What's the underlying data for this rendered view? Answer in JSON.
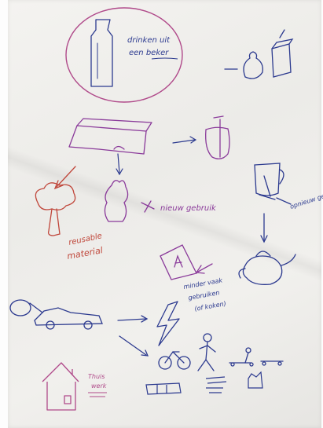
{
  "notes": {
    "drinking": {
      "line1": "drinken uit",
      "line2": "een beker"
    },
    "reuse": "opnieuw gebruikt",
    "new_use": "nieuw gebruik",
    "material": {
      "line1": "reusable",
      "line2": "material"
    },
    "lesser_used": {
      "line1": "minder vaak",
      "line2": "gebruiken",
      "line3": "(of koken)"
    },
    "thuis": {
      "line1": "Thuis",
      "line2": "werk"
    }
  },
  "colors": {
    "blue_ink": "#2c3a8f",
    "purple_ink": "#8a3a9a",
    "red_ink": "#c0473b",
    "paper": "#efeeeb"
  }
}
